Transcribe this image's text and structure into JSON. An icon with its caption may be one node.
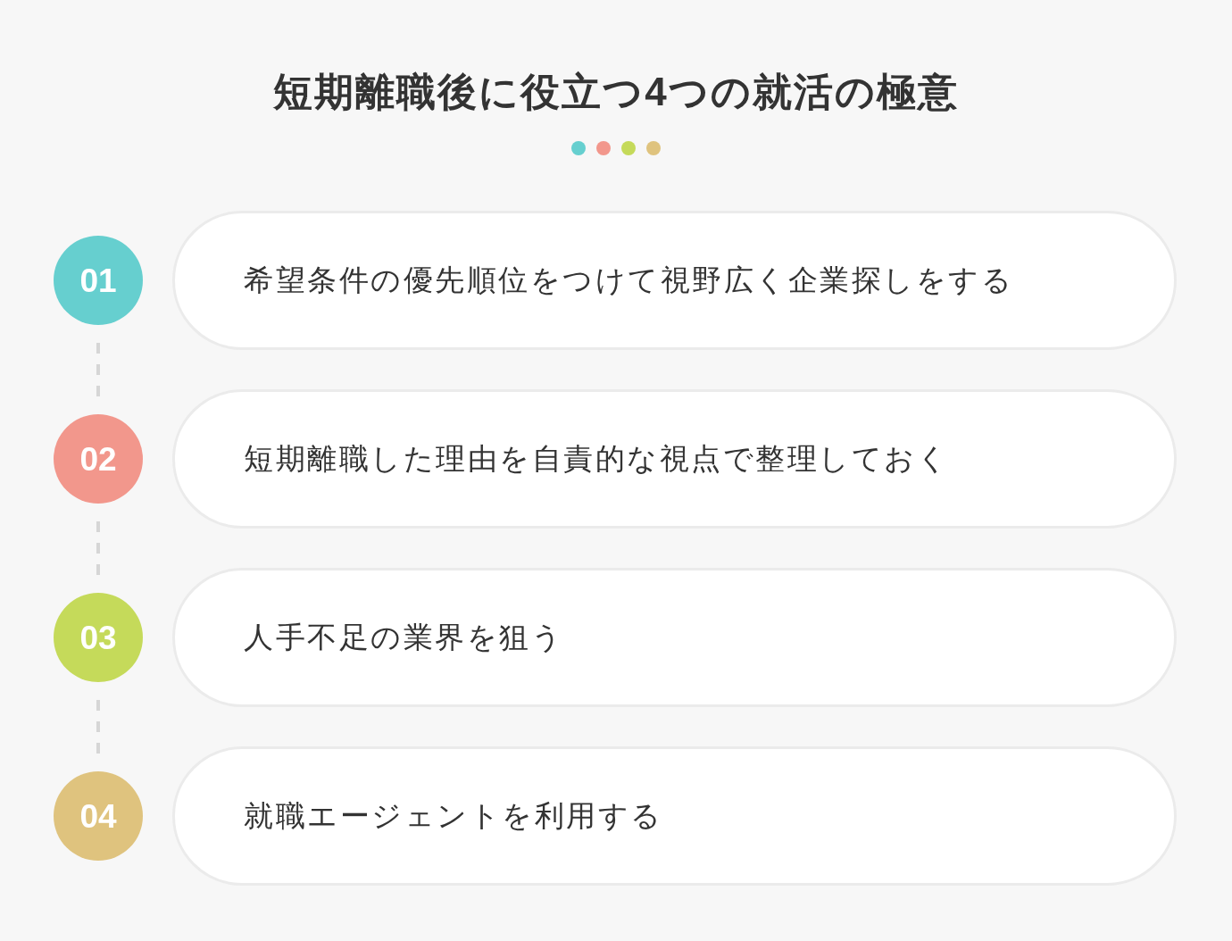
{
  "diagram": {
    "title": "短期離職後に役立つ4つの就活の極意",
    "nodes": [
      {
        "text": [
          "01"
        ]
      },
      {
        "text": [
          "希望条件の優先順位をつけて視野広く企業探しをする"
        ]
      },
      {
        "text": [
          "02"
        ]
      },
      {
        "text": [
          "短期離職した理由を自責的な視点で整理しておく"
        ]
      },
      {
        "text": [
          "03"
        ]
      },
      {
        "text": [
          "人手不足の業界を狙う"
        ]
      },
      {
        "text": [
          "04"
        ]
      },
      {
        "text": [
          "就職エージェントを利用する"
        ]
      }
    ],
    "edges": [
      {
        "from": 0,
        "to": 2,
        "arrow": "none",
        "style": "dashed"
      },
      {
        "from": 2,
        "to": 4,
        "arrow": "none",
        "style": "dashed"
      },
      {
        "from": 4,
        "to": 6,
        "arrow": "none",
        "style": "dashed"
      }
    ]
  }
}
